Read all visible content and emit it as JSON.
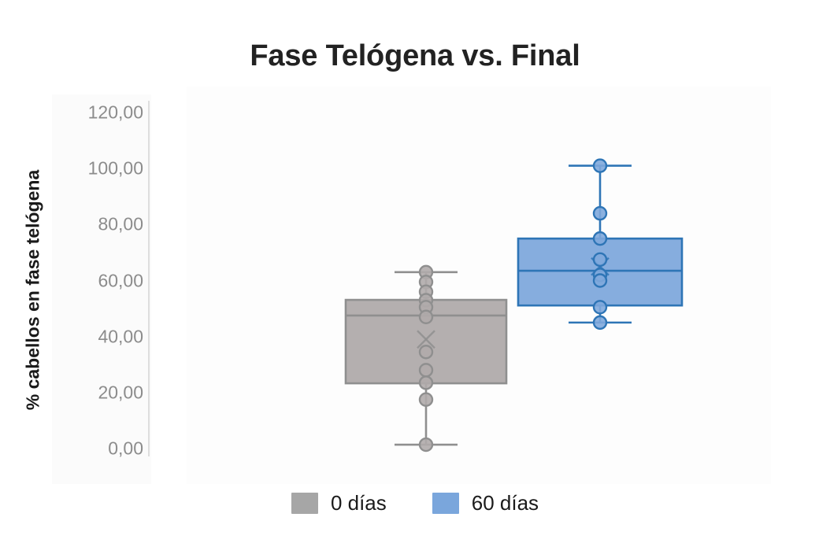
{
  "chart_data": {
    "type": "box",
    "title": "Fase Telógena vs. Final",
    "xlabel": "",
    "ylabel": "% cabellos en fase telógena",
    "ylim": [
      0,
      120
    ],
    "yticks": [
      0,
      20,
      40,
      60,
      80,
      100,
      120
    ],
    "ytick_labels": [
      "0,00",
      "20,00",
      "40,00",
      "60,00",
      "80,00",
      "100,00",
      "120,00"
    ],
    "grid": false,
    "legend_position": "bottom",
    "categories": [
      "0 días",
      "60 días"
    ],
    "series": [
      {
        "name": "0 días",
        "color": "#a6a6a6",
        "fill": "#b0abab",
        "line": "#8f8f8f",
        "min": 1.4,
        "q1": 23.3,
        "median": 47.5,
        "q3": 53.1,
        "max": 63.0,
        "mean": 39.0,
        "points": [
          63.0,
          59.5,
          56.0,
          53.0,
          50.5,
          47.0,
          34.5,
          28.0,
          23.5,
          17.5,
          1.4
        ]
      },
      {
        "name": "60 días",
        "color": "#7aa6dc",
        "fill": "#7fa9dc",
        "line": "#2e75b6",
        "min": 45.0,
        "q1": 51.1,
        "median": 63.5,
        "q3": 75.0,
        "max": 101.0,
        "mean": 65.0,
        "points": [
          101.0,
          84.0,
          75.0,
          67.5,
          62.0,
          60.0,
          50.5,
          45.0
        ]
      }
    ]
  },
  "legend": {
    "items": [
      {
        "label": "0 días",
        "color": "#a6a6a6"
      },
      {
        "label": "60 días",
        "color": "#7aa6dc"
      }
    ]
  },
  "colors": {
    "gray_fill": "#b0abab",
    "gray_line": "#8f8f8f",
    "blue_fill": "#7fa9dc",
    "blue_line": "#2e75b6",
    "title_text": "#222222",
    "tick_text": "#8c8c8c",
    "axis_line": "#dedede",
    "background": "#ffffff"
  }
}
